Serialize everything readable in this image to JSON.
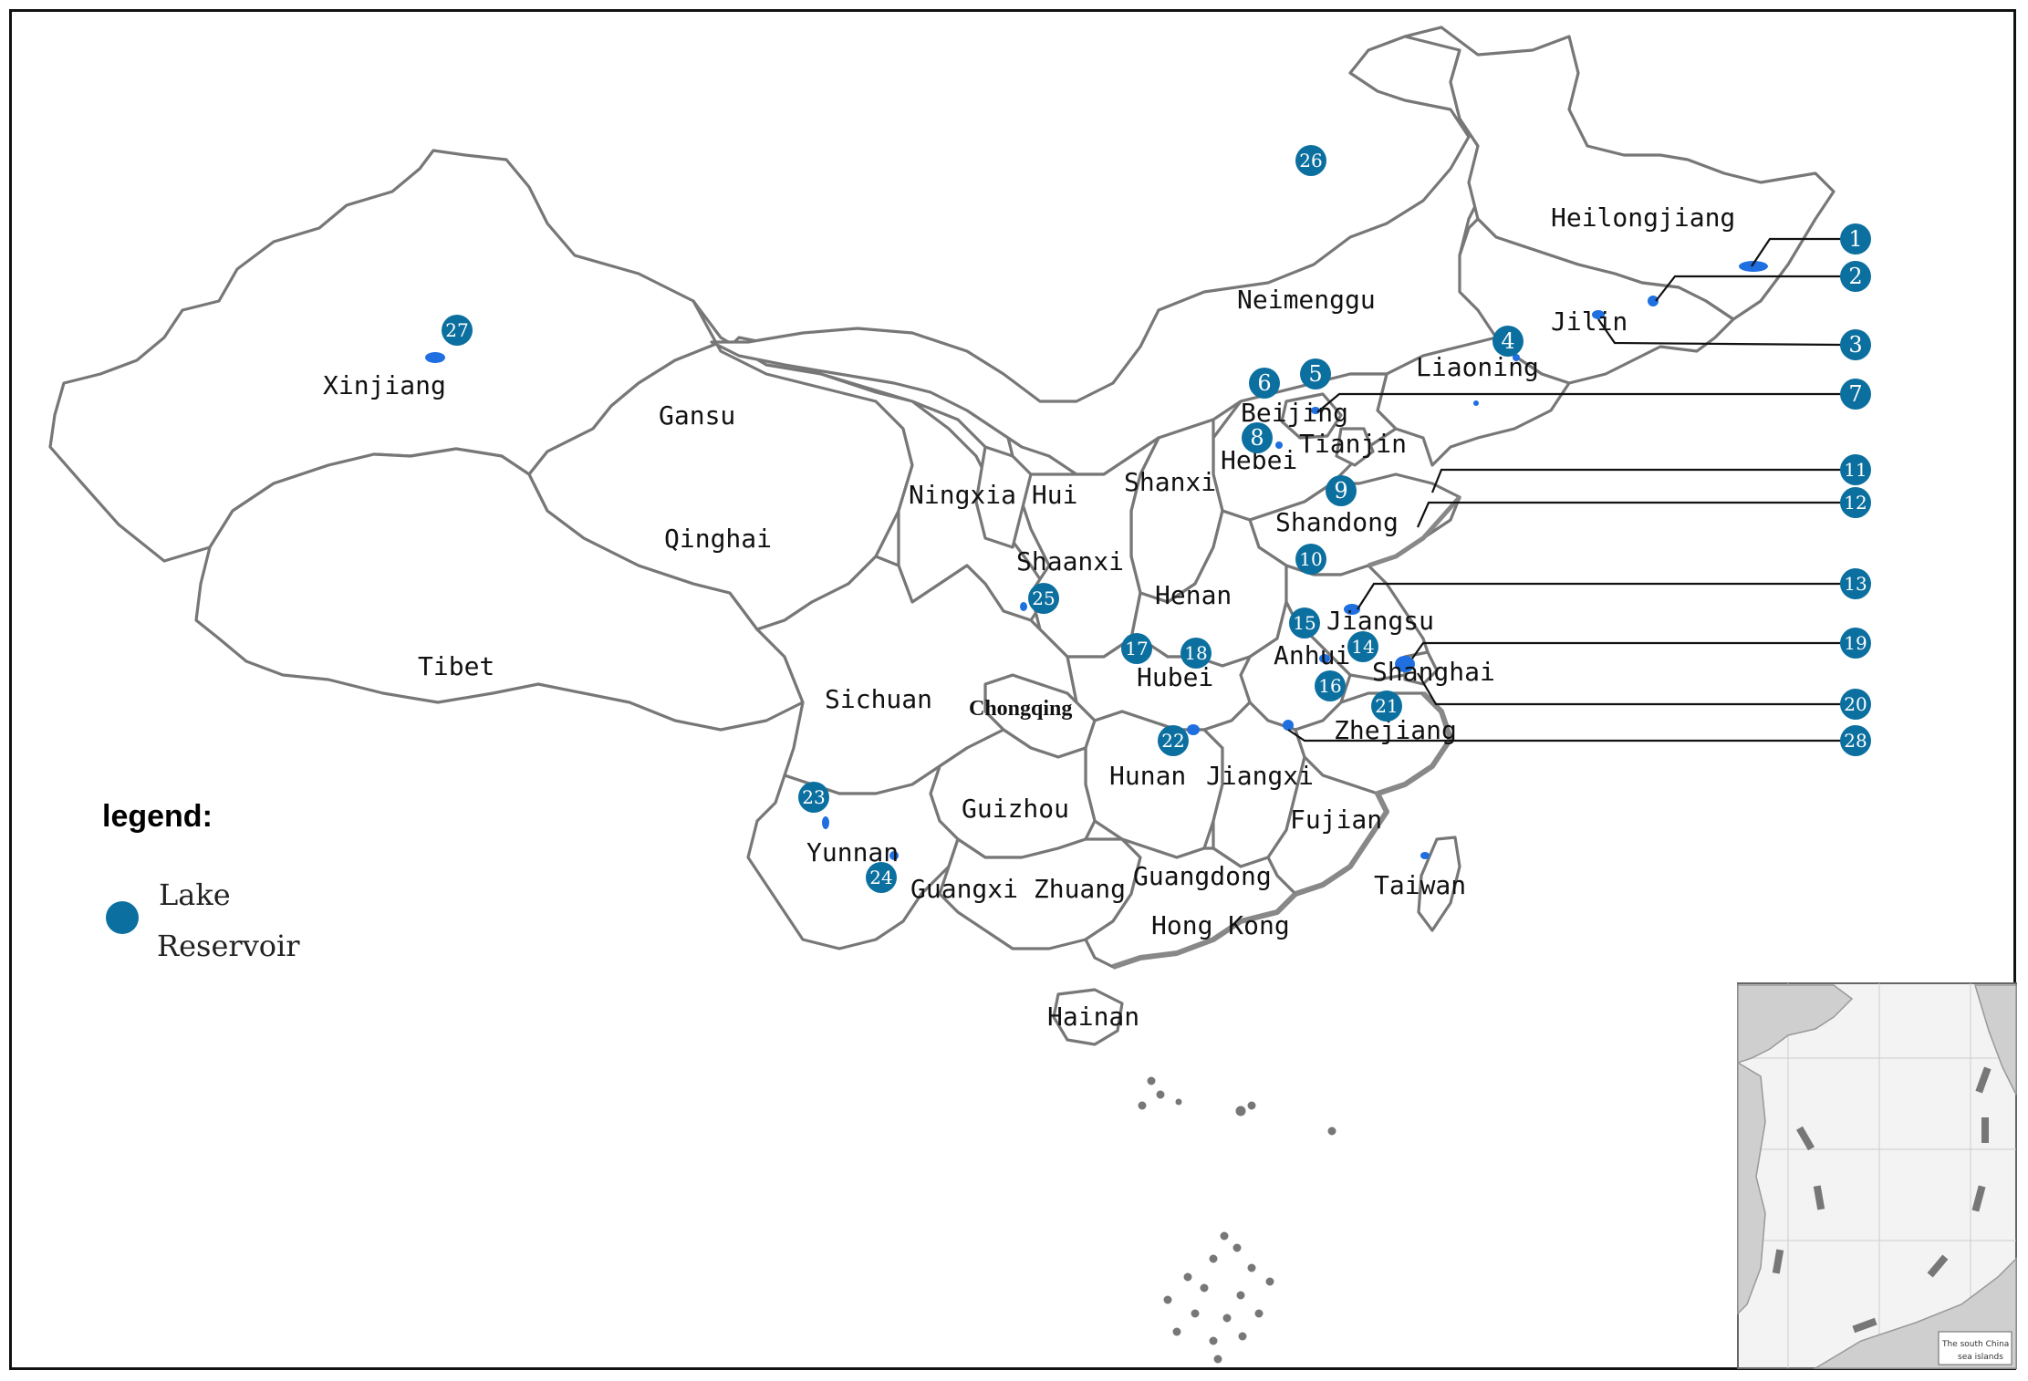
{
  "legend": {
    "title": "legend:",
    "items": [
      "Lake",
      "Reservoir"
    ],
    "marker_color": "#0b6f9f"
  },
  "provinces": [
    {
      "id": "heilongjiang",
      "label": "Heilongjiang"
    },
    {
      "id": "jilin",
      "label": "Jilin"
    },
    {
      "id": "liaoning",
      "label": "Liaoning"
    },
    {
      "id": "neimenggu",
      "label": "Neimenggu"
    },
    {
      "id": "xinjiang",
      "label": "Xinjiang"
    },
    {
      "id": "gansu",
      "label": "Gansu"
    },
    {
      "id": "qinghai",
      "label": "Qinghai"
    },
    {
      "id": "tibet",
      "label": "Tibet"
    },
    {
      "id": "ningxia",
      "label": "Ningxia Hui"
    },
    {
      "id": "shaanxi",
      "label": "Shaanxi"
    },
    {
      "id": "shanxi",
      "label": "Shanxi"
    },
    {
      "id": "beijing",
      "label": "Beijing"
    },
    {
      "id": "tianjin",
      "label": "Tianjin"
    },
    {
      "id": "hebei",
      "label": "Hebei"
    },
    {
      "id": "shandong",
      "label": "Shandong"
    },
    {
      "id": "henan",
      "label": "Henan"
    },
    {
      "id": "jiangsu",
      "label": "Jiangsu"
    },
    {
      "id": "anhui",
      "label": "Anhui"
    },
    {
      "id": "shanghai",
      "label": "Shanghai"
    },
    {
      "id": "hubei",
      "label": "Hubei"
    },
    {
      "id": "sichuan",
      "label": "Sichuan"
    },
    {
      "id": "chongqing",
      "label": "Chongqing"
    },
    {
      "id": "zhejiang",
      "label": "Zhejiang"
    },
    {
      "id": "hunan",
      "label": "Hunan"
    },
    {
      "id": "jiangxi",
      "label": "Jiangxi"
    },
    {
      "id": "guizhou",
      "label": "Guizhou"
    },
    {
      "id": "fujian",
      "label": "Fujian"
    },
    {
      "id": "yunnan",
      "label": "Yunnan"
    },
    {
      "id": "guangxi",
      "label": "Guangxi Zhuang"
    },
    {
      "id": "guangdong",
      "label": "Guangdong"
    },
    {
      "id": "taiwan",
      "label": "Taiwan"
    },
    {
      "id": "hongkong",
      "label": "Hong Kong"
    },
    {
      "id": "hainan",
      "label": "Hainan"
    }
  ],
  "markers": [
    "1",
    "2",
    "3",
    "4",
    "5",
    "6",
    "7",
    "8",
    "9",
    "10",
    "11",
    "12",
    "13",
    "14",
    "15",
    "16",
    "17",
    "18",
    "19",
    "20",
    "21",
    "22",
    "23",
    "24",
    "25",
    "26",
    "27",
    "28"
  ],
  "inset": {
    "caption_line1": "The south China",
    "caption_line2": "sea islands"
  }
}
